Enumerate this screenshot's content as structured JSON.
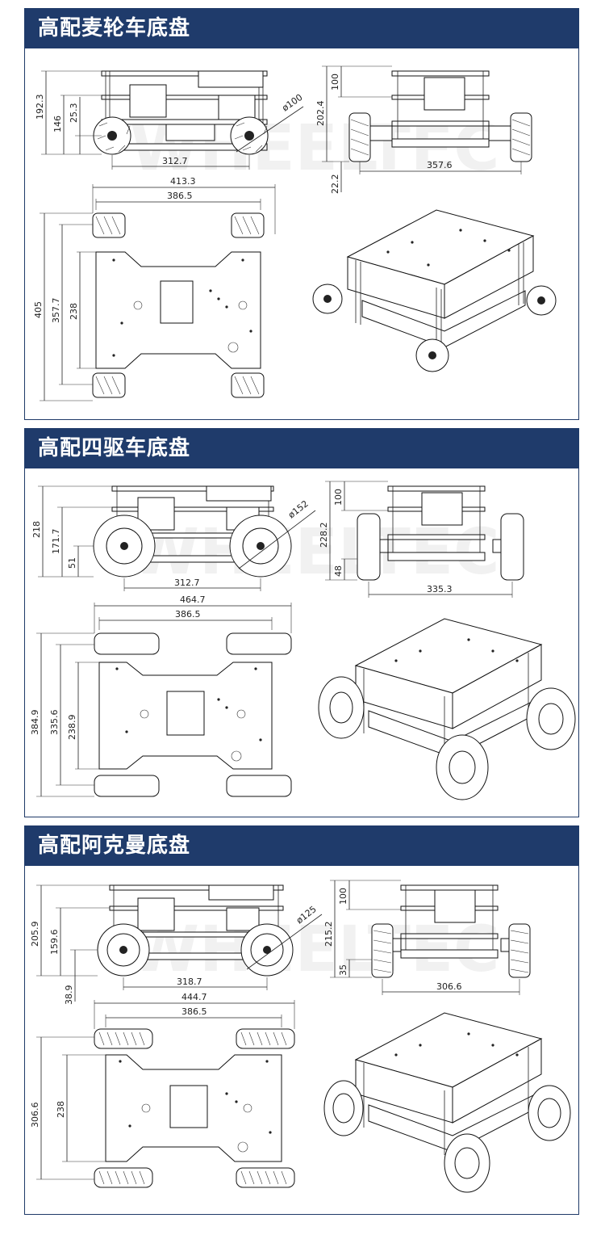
{
  "panels": [
    {
      "title": "高配麦轮车底盘",
      "dims": {
        "side_total_height": "192.3",
        "side_body_height": "146",
        "side_axle_height": "25.3",
        "wheel_diameter": "ø100",
        "wheelbase": "312.7",
        "front_height": "202.4",
        "front_upper_height": "100",
        "ground_clearance": "22.2",
        "track_width": "357.6",
        "top_overall_width": "413.3",
        "top_inner_width": "386.5",
        "top_overall_length": "405",
        "top_wheel_length": "357.7",
        "top_body_length": "238"
      }
    },
    {
      "title": "高配四驱车底盘",
      "dims": {
        "side_total_height": "218",
        "side_body_height": "171.7",
        "side_axle_height": "51",
        "wheel_diameter": "ø152",
        "wheelbase": "312.7",
        "front_height": "228.2",
        "front_upper_height": "100",
        "ground_clearance": "48",
        "track_width": "335.3",
        "top_overall_width": "464.7",
        "top_inner_width": "386.5",
        "top_overall_length": "384.9",
        "top_wheel_length": "335.6",
        "top_body_length": "238.9"
      }
    },
    {
      "title": "高配阿克曼底盘",
      "dims": {
        "side_total_height": "205.9",
        "side_body_height": "159.6",
        "side_axle_height": "38.9",
        "wheel_diameter": "ø125",
        "wheelbase": "318.7",
        "front_height": "215.2",
        "front_upper_height": "100",
        "ground_clearance": "35",
        "track_width": "306.6",
        "top_overall_width": "444.7",
        "top_inner_width": "386.5",
        "top_overall_length": "306.6",
        "top_wheel_length": "238"
      }
    }
  ],
  "watermark": "WHEELTEC"
}
